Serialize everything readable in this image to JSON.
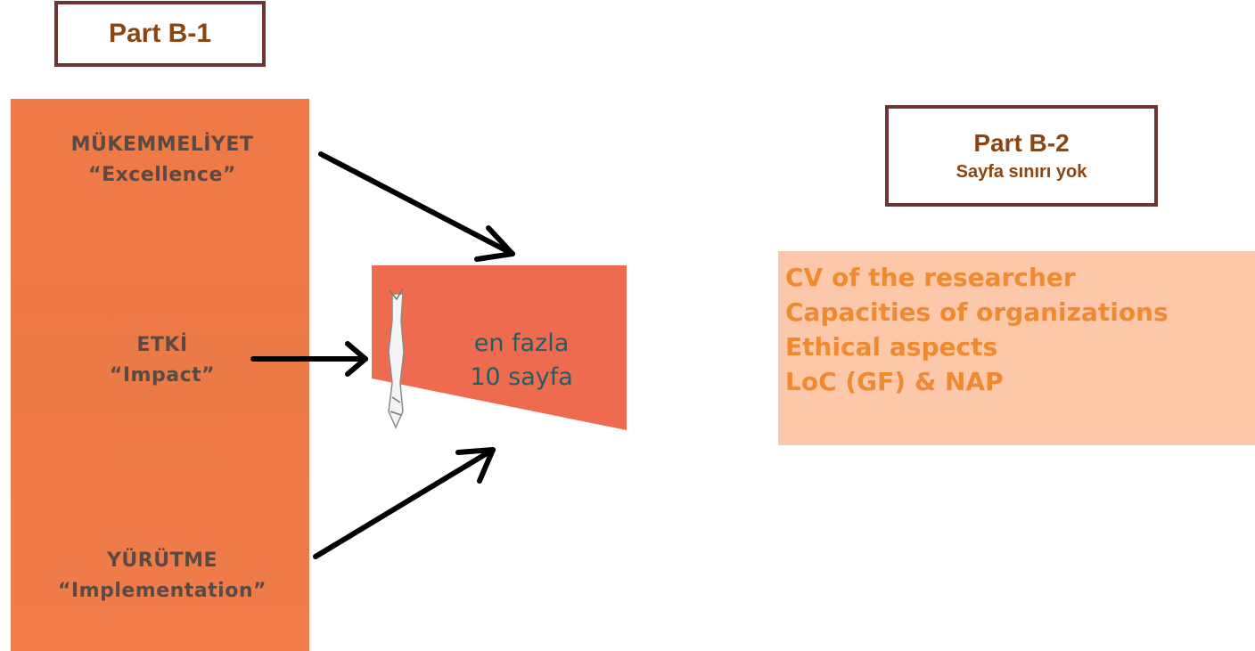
{
  "part_b1": {
    "label": "Part B-1"
  },
  "part_b2": {
    "label": "Part B-2",
    "sublabel": "Sayfa sınırı yok"
  },
  "criteria": {
    "excellence": {
      "tr": "MÜKEMMELİYET",
      "en": "“Excellence”"
    },
    "impact": {
      "tr": "ETKİ",
      "en": "“Impact”"
    },
    "implementation": {
      "tr": "YÜRÜTME",
      "en": "“Implementation”"
    }
  },
  "page_limit": {
    "line1": "en fazla",
    "line2": "10 sayfa"
  },
  "b2_items": [
    "CV of the researcher",
    "Capacities of organizations",
    "Ethical aspects",
    "LoC (GF) & NAP"
  ],
  "colors": {
    "box_border": "#6e3535",
    "box_text": "#8b4510",
    "panel_orange": "#ef7b47",
    "limit_red": "#ef6b50",
    "limit_text": "#1e5f66",
    "b2_bg": "#fdc7a9",
    "b2_text": "#f08a30"
  }
}
